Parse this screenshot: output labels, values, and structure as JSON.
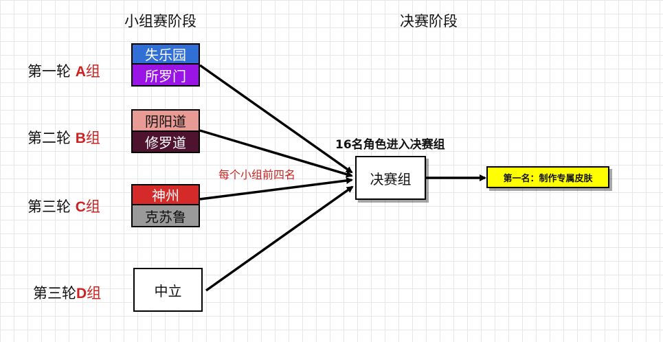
{
  "headings": {
    "group_stage": "小组赛阶段",
    "final_stage": "决赛阶段"
  },
  "rounds": [
    {
      "prefix": "第一轮 ",
      "letter": "A",
      "suffix": "组"
    },
    {
      "prefix": "第二轮 ",
      "letter": "B",
      "suffix": "组"
    },
    {
      "prefix": "第三轮 ",
      "letter": "C",
      "suffix": "组"
    },
    {
      "prefix": "第三轮",
      "letter": "D",
      "suffix": "组"
    }
  ],
  "factions": {
    "a_top": "失乐园",
    "a_bottom": "所罗门",
    "b_top": "阴阳道",
    "b_bottom": "修罗道",
    "c_top": "神州",
    "c_bottom": "克苏鲁",
    "d_single": "中立"
  },
  "final_group": "决赛组",
  "annotations": {
    "top_four": "每个小组前四名",
    "enter_final": "16名角色进入决赛组"
  },
  "winner": "第一名：制作专属皮肤",
  "colors": {
    "a_top": "#2f6fd6",
    "a_bottom": "#9a14e6",
    "b_top": "#e89a94",
    "b_bottom": "#4f1330",
    "c_top": "#d42a2a",
    "c_bottom": "#9a9a9a",
    "winner_bg": "#ffff00",
    "group_letter": "#cc2222"
  }
}
